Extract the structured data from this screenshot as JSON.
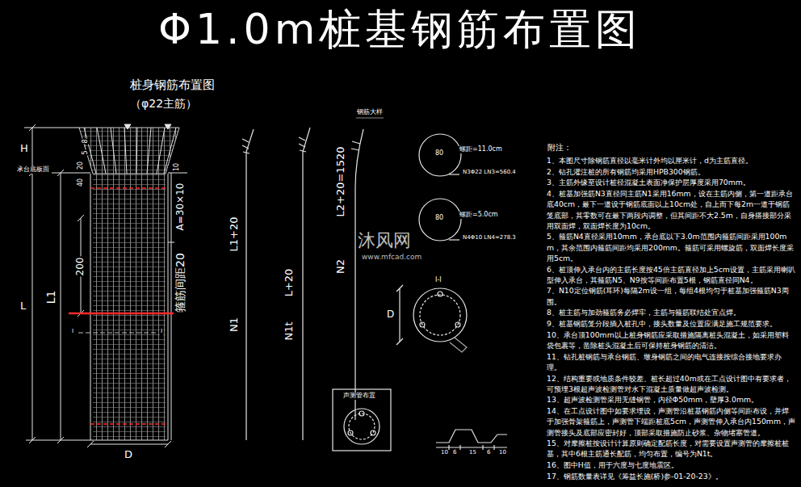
{
  "diagram": {
    "title": "Φ1.0m桩基钢筋布置图",
    "labels": [
      "桩身钢筋布置图",
      "（φ22主筋）",
      "H",
      "承台底板面",
      "8",
      "5",
      "20",
      "40",
      "10",
      "200",
      "A=30×10",
      "箍筋间距20",
      "L",
      "L1",
      "I",
      "I",
      "D",
      "N1",
      "L1+20",
      "N1t",
      "L+20",
      "N2",
      "L2+20=1520",
      "钢筋大样",
      "80",
      "螺距=11.0cm",
      "N3Φ22 LN3=560.4",
      "80",
      "螺距=5.0cm",
      "N4Φ10 LN4=278.3",
      "I-I",
      "D",
      "声测管布置",
      "10",
      "6",
      "15",
      "6",
      "10",
      "沐风网",
      "www.mfcad.com",
      "附注：",
      "1、本图尺寸除钢筋直径以毫米计外均以厘米计，d为主筋直径。",
      "2、钻孔灌注桩的所有钢筋均采用HPB300钢筋。",
      "3、主筋外缘至设计桩径混凝土表面净保护层厚度采用70mm。",
      "4、桩基加强筋N3直径同主筋N1采用16mm，设在主筋内侧，第一道距承台底40cm，最下一道设于钢筋底面以上10cm处，自上而下每2m一道于钢筋笼底部，其零数可在最下两段内调整，但其间距不大2.5m，自身搭接部分采用双面焊，双面焊长度为10cm。",
      "5、箍筋N4直径采用10mm，承台底以下3.0m范围内箍筋间距采用100mm，其余范围内箍筋间距均采用200mm。箍筋可采用螺旋筋，双面焊长度采用5cm。",
      "6、桩顶伸入承台内的主筋长度按45倍主筋直径加上5cm设置，主筋采用喇叭型伸入承台，其箍筋N5、N9按等间距布置5根，钢筋直径同N4。",
      "7、N10定位钢筋(耳环)每隔2m设一组，每组4根均匀于桩基加强箍筋N3周围。",
      "8、桩主筋与加劲箍筋务必焊牢，主筋与箍筋联结处宜点焊。",
      "9、桩基钢筋笼分段插入桩孔中，接头数量及位置应满足施工规范要求。",
      "10、承台顶100mm以上桩身钢筋应采取措施隔离桩头混凝土，如采用塑料袋包裹等，凿除桩头混凝土后可保持桩身钢筋的清洁。",
      "11、钻孔桩钢筋与承台钢筋、墩身钢筋之间的电气连接按综合接地要求办理。",
      "12、结构重要或地质条件较差、桩长超过40m或在工点设计图中有要求者，可预埋3根超声波检测管对水下混凝土质量做超声波检测。",
      "13、超声波检测管采用无缝钢管，内径Φ50mm，壁厚3.0mm。",
      "14、在工点设计图中如要求埋设，声测管沿桩基钢筋内侧等间距布设，并焊于加强骨架箍筋上，声测管下端距桩底5cm，声测管伸入承台内150mm，声测管接头及底部应密封好，顶部采取措施防止砂浆、杂物堵塞管道。",
      "15、对摩擦桩按设计计算原则确定配筋长度，对需要设置声测管的摩擦桩桩基，其中6根主筋通长配筋，均匀布置，编号为N1t。",
      "16、图中H值，用于六度与七度地震区。",
      "17、钢筋数量表详见《筹益长施(桥)参-01-20-23》。"
    ]
  }
}
